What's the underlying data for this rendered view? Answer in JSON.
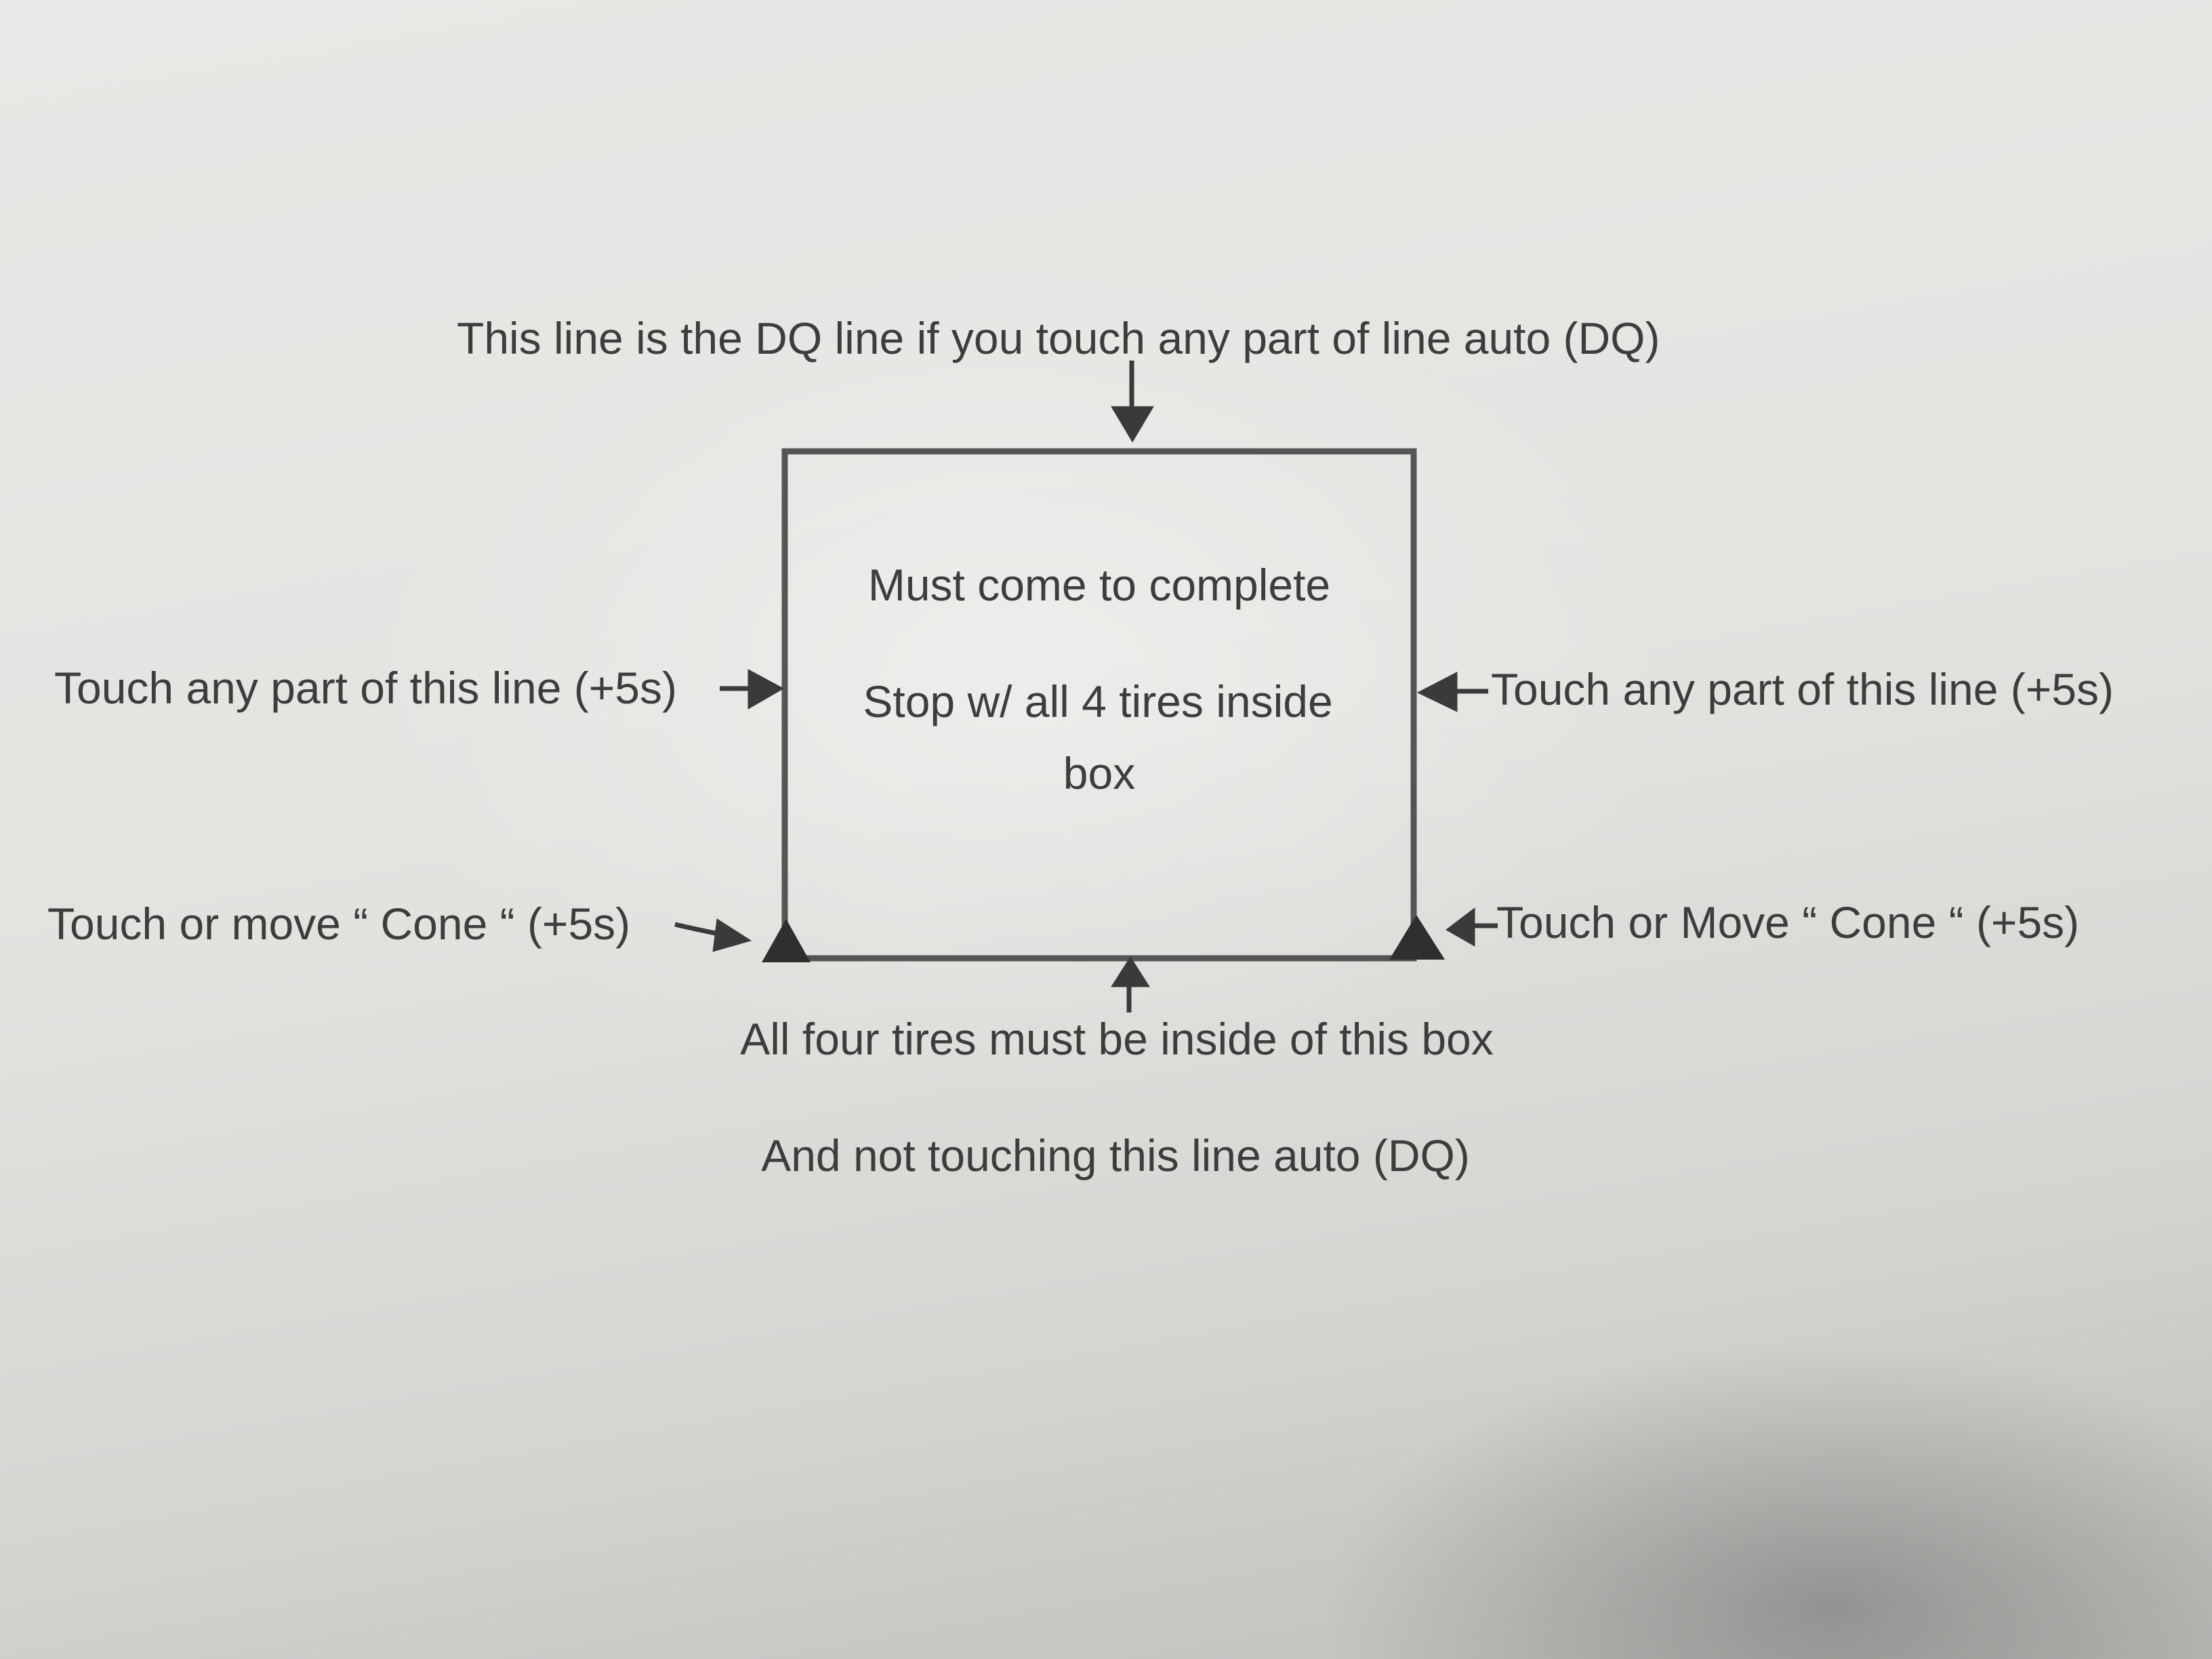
{
  "labels": {
    "top": "This line is the DQ line if you touch any part of line auto (DQ)",
    "box_line1": "Must come to complete",
    "box_line2": "Stop w/ all 4 tires inside",
    "box_line3": "box",
    "left_side": "Touch any part of this line (+5s)",
    "right_side": "Touch any part of this line (+5s)",
    "left_cone": "Touch or move “ Cone “ (+5s)",
    "right_cone": "Touch or Move “ Cone “ (+5s)",
    "bottom_line1": "All four tires must be inside of this box",
    "bottom_line2": "And not touching this line auto (DQ)"
  },
  "colors": {
    "ink": "#3d3d3d",
    "paper": "#e6e5e2"
  }
}
